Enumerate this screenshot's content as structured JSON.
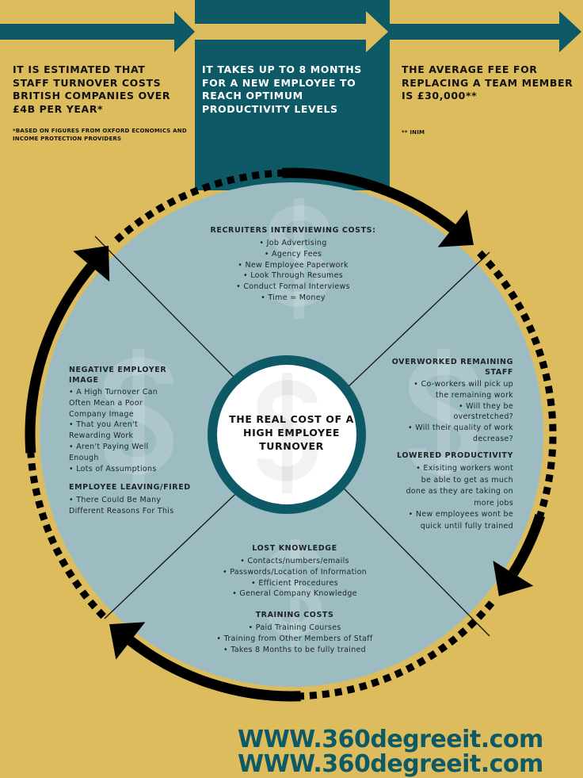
{
  "stats": [
    {
      "text": "IT IS ESTIMATED THAT STAFF TURNOVER COSTS BRITISH COMPANIES OVER £4B PER YEAR*",
      "footnote": "*BASED ON FIGURES FROM OXFORD ECONOMICS AND INCOME PROTECTION PROVIDERS"
    },
    {
      "text": "IT TAKES UP TO 8 MONTHS FOR A NEW EMPLOYEE TO REACH OPTIMUM PRODUCTIVITY LEVELS"
    },
    {
      "text": "THE AVERAGE FEE FOR REPLACING A TEAM MEMBER IS £30,000**",
      "footnote": "** INIM"
    }
  ],
  "center_title": "THE REAL COST OF A HIGH EMPLOYEE TURNOVER",
  "sections": {
    "recruiters": {
      "title": "RECRUITERS INTERVIEWING COSTS:",
      "items": [
        "• Job Advertising",
        "• Agency Fees",
        "• New Employee Paperwork",
        "• Look Through Resumes",
        "• Conduct Formal Interviews",
        "• Time = Money"
      ]
    },
    "overworked": {
      "title1": "OVERWORKED REMAINING",
      "title2": "STAFF",
      "items": [
        "• Co-workers will pick up",
        "the remaining work",
        "• Will they be",
        "overstretched?",
        "• Will their quality of work",
        "decrease?"
      ]
    },
    "productivity": {
      "title": "LOWERED PRODUCTIVITY",
      "items": [
        "• Exisiting workers wont",
        "be able to get as much",
        "done as they are taking on",
        "more jobs",
        "• New employees wont be",
        "quick until fully trained"
      ]
    },
    "knowledge": {
      "title": "LOST KNOWLEDGE",
      "items": [
        "• Contacts/numbers/emails",
        "• Passwords/Location of Information",
        "• Efficient Procedures",
        "• General Company Knowledge"
      ]
    },
    "training": {
      "title": "TRAINING COSTS",
      "items": [
        "• Paid Training Courses",
        "• Training from Other Members of Staff",
        "• Takes 8 Months to be fully trained"
      ]
    },
    "negative": {
      "title1": "NEGATIVE EMPLOYER",
      "title2": "IMAGE",
      "items": [
        "• A High Turnover Can",
        "Often Mean a Poor",
        "Company Image",
        "• That you Aren't",
        "Rewarding Work",
        "• Aren't Paying Well",
        "Enough",
        "• Lots of Assumptions"
      ]
    },
    "leaving": {
      "title": "EMPLOYEE LEAVING/FIRED",
      "items": [
        "• There Could Be Many",
        "Different Reasons For This"
      ]
    }
  },
  "website": "WWW.360degreeit.com",
  "colors": {
    "gold": "#dcbc5c",
    "teal": "#0e5966",
    "wheel": "#9cbcc2"
  }
}
